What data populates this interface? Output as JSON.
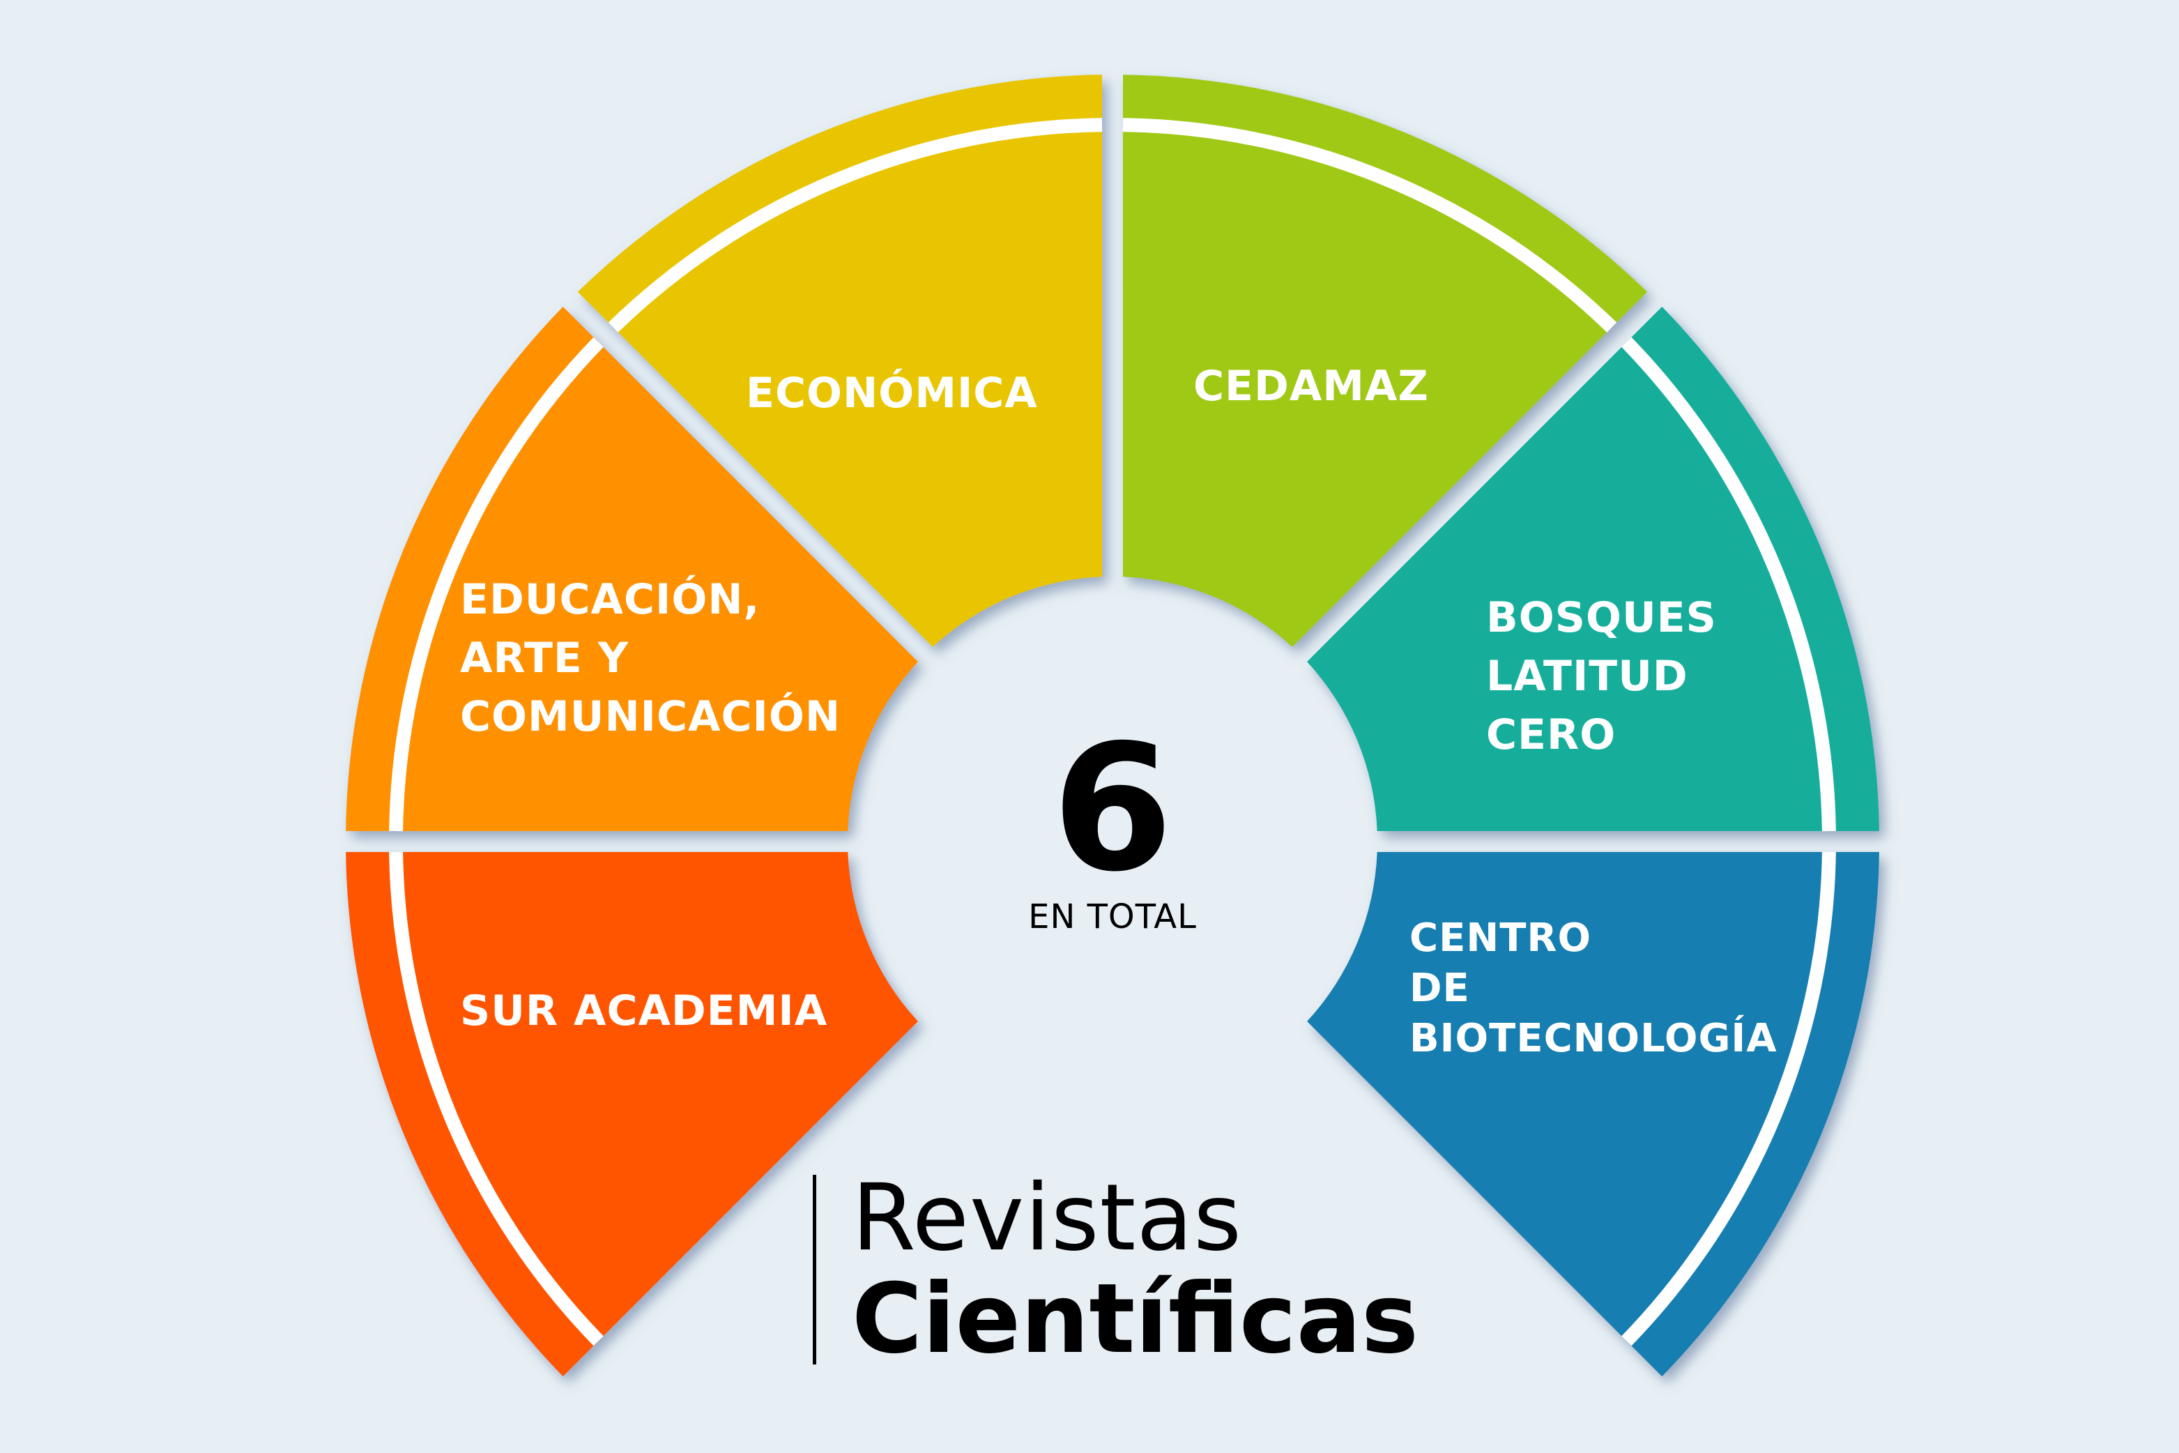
{
  "diagram": {
    "type": "segmented-semicircle-wheel",
    "center": {
      "value": "6",
      "label": "EN TOTAL"
    },
    "title": {
      "line1": "Revistas",
      "line2": "Científicas"
    },
    "segments": [
      {
        "id": "sur-academia",
        "label": "SUR ACADEMIA",
        "color": "#ff5400"
      },
      {
        "id": "educacion",
        "label": "EDUCACIÓN,\nARTE Y\nCOMUNICACIÓN",
        "color": "#ff9000"
      },
      {
        "id": "economica",
        "label": "ECONÓMICA",
        "color": "#e8c503"
      },
      {
        "id": "cedamaz",
        "label": "CEDAMAZ",
        "color": "#a0c916"
      },
      {
        "id": "bosques",
        "label": "BOSQUES\nLATITUD\nCERO",
        "color": "#15ae9b"
      },
      {
        "id": "biotecnologia",
        "label": "CENTRO\nDE\nBIOTECNOLOGÍA",
        "color": "#167eb0"
      }
    ],
    "colors": {
      "background": "#e7eff4",
      "ring": "#ffffff",
      "text_dark": "#000000",
      "text_light": "#ffffff"
    }
  }
}
